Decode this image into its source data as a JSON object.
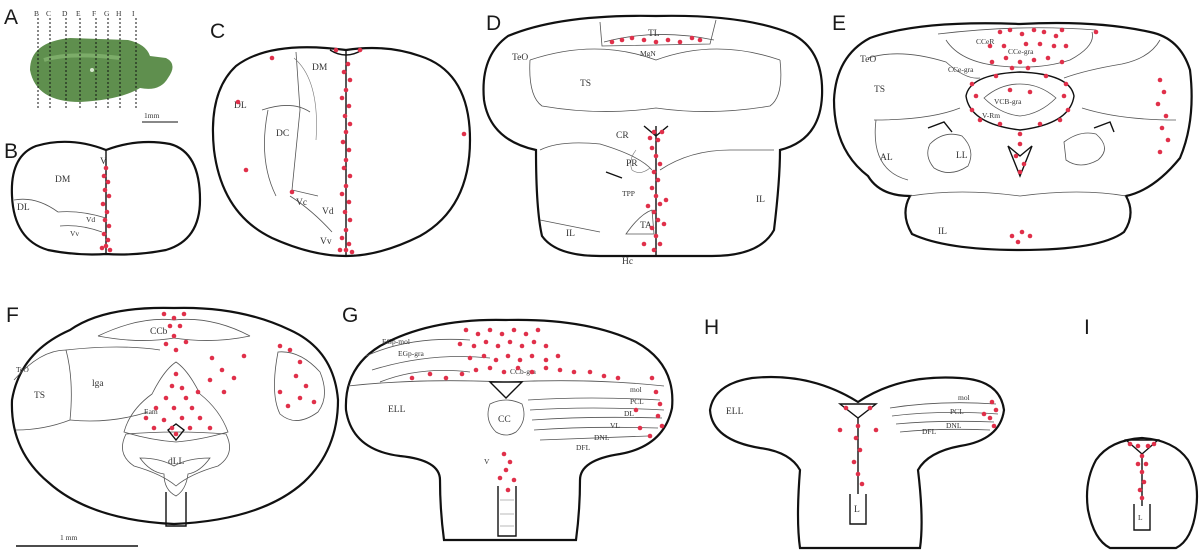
{
  "panels": {
    "A": {
      "letter": "A",
      "section_labels": [
        "B",
        "C",
        "D",
        "E",
        "F",
        "G",
        "H",
        "I"
      ],
      "scale": "1mm"
    },
    "B": {
      "letter": "B",
      "labels": {
        "V": "V",
        "DM": "DM",
        "DL": "DL",
        "Vd": "Vd",
        "Vv": "Vv"
      }
    },
    "C": {
      "letter": "C",
      "labels": {
        "DM": "DM",
        "DL": "DL",
        "DC": "DC",
        "Vc": "Vc",
        "Vd": "Vd",
        "Vv": "Vv"
      }
    },
    "D": {
      "letter": "D",
      "labels": {
        "TL": "TL",
        "MgN": "MgN",
        "TeO": "TeO",
        "TS": "TS",
        "CR": "CR",
        "PR": "PR",
        "TPP": "TPP",
        "TA": "TA",
        "Hc": "Hc",
        "IL_right": "IL",
        "IL_left": "IL"
      }
    },
    "E": {
      "letter": "E",
      "labels": {
        "CCeR": "CCeR",
        "CCeP": "CCe-gra",
        "CCe": "CCe-gra",
        "TeO": "TeO",
        "TS": "TS",
        "VCB": "VCB-gra",
        "Vm": "V-Rm",
        "AL": "AL",
        "LL": "LL",
        "IL": "IL"
      }
    },
    "F": {
      "letter": "F",
      "labels": {
        "CCb": "CCb",
        "TeO": "TeO",
        "TS": "TS",
        "lga": "lga",
        "Eam": "Eam",
        "dLL": "dLL"
      },
      "scale": "1 mm"
    },
    "G": {
      "letter": "G",
      "labels": {
        "EGpmol": "EGp-mol",
        "EGpgra": "EGp-gra",
        "CCb": "CCb-gra",
        "ELL": "ELL",
        "CC": "CC",
        "mol": "mol",
        "PCL": "PCL",
        "DL": "DL",
        "VL": "VL",
        "DFL": "DFL",
        "DNL": "DNL",
        "V": "V"
      }
    },
    "H": {
      "letter": "H",
      "labels": {
        "ELL": "ELL",
        "mol": "mol",
        "PCL": "PCL",
        "DFL": "DFL",
        "DNL": "DNL",
        "L": "L"
      }
    },
    "I": {
      "letter": "I",
      "labels": {
        "L": "L"
      }
    }
  },
  "colors": {
    "cell": "#e0304a",
    "outline": "#111111",
    "fish": "#5f8f4e"
  }
}
